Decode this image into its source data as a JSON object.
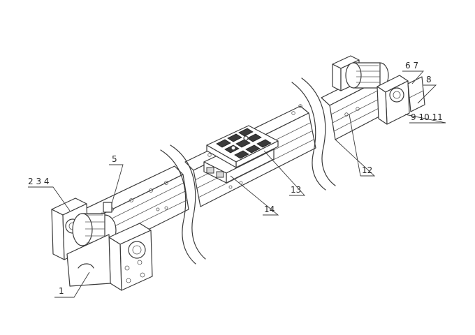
{
  "labels": {
    "l1": "1",
    "l234": "2 3 4",
    "l5": "5",
    "l67": "6 7",
    "l8": "8",
    "l91011": "9 10 11",
    "l12": "12",
    "l13": "13",
    "l14": "14"
  }
}
